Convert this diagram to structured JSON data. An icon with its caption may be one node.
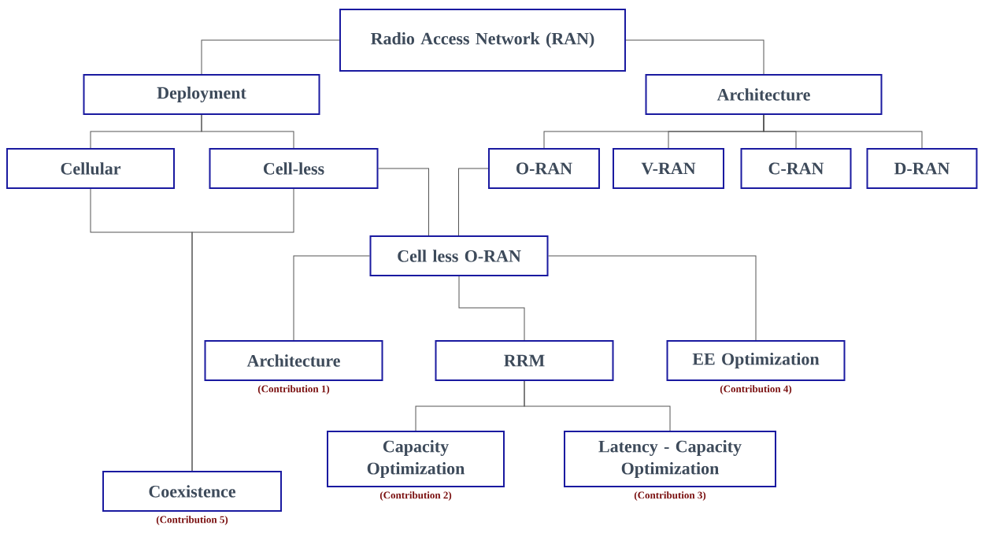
{
  "diagram": {
    "nodes": [
      {
        "text": [
          "Radio Access Network (RAN)"
        ]
      },
      {
        "text": [
          "Deployment"
        ]
      },
      {
        "text": [
          "Architecture"
        ]
      },
      {
        "text": [
          "Cellular"
        ]
      },
      {
        "text": [
          "Cell-less"
        ]
      },
      {
        "text": [
          "O-RAN"
        ]
      },
      {
        "text": [
          "V-RAN"
        ]
      },
      {
        "text": [
          "C-RAN"
        ]
      },
      {
        "text": [
          "D-RAN"
        ]
      },
      {
        "text": [
          "Cell less O-RAN"
        ]
      },
      {
        "text": [
          "Architecture"
        ],
        "beside": [
          "(Contribution 1)"
        ]
      },
      {
        "text": [
          "RRM"
        ]
      },
      {
        "text": [
          "EE Optimization"
        ],
        "beside": [
          "(Contribution 4)"
        ]
      },
      {
        "text": [
          "Capacity Optimization"
        ],
        "beside": [
          "(Contribution 2)"
        ]
      },
      {
        "text": [
          "Latency - Capacity Optimization"
        ],
        "beside": [
          "(Contribution 3)"
        ]
      },
      {
        "text": [
          "Coexistence"
        ],
        "beside": [
          "(Contribution 5)"
        ]
      }
    ],
    "edges": [
      {
        "from": 0,
        "to": 1,
        "arrow": "none"
      },
      {
        "from": 0,
        "to": 2,
        "arrow": "none"
      },
      {
        "from": 1,
        "to": 3,
        "arrow": "none"
      },
      {
        "from": 1,
        "to": 4,
        "arrow": "none"
      },
      {
        "from": 2,
        "to": 5,
        "arrow": "none"
      },
      {
        "from": 2,
        "to": 6,
        "arrow": "none"
      },
      {
        "from": 2,
        "to": 7,
        "arrow": "none"
      },
      {
        "from": 2,
        "to": 8,
        "arrow": "none"
      },
      {
        "from": 4,
        "to": 9,
        "arrow": "none"
      },
      {
        "from": 5,
        "to": 9,
        "arrow": "none"
      },
      {
        "from": 3,
        "to": 15,
        "arrow": "none"
      },
      {
        "from": 4,
        "to": 15,
        "arrow": "none"
      },
      {
        "from": 9,
        "to": 10,
        "arrow": "none"
      },
      {
        "from": 9,
        "to": 11,
        "arrow": "none"
      },
      {
        "from": 9,
        "to": 12,
        "arrow": "none"
      },
      {
        "from": 11,
        "to": 13,
        "arrow": "none"
      },
      {
        "from": 11,
        "to": 14,
        "arrow": "none"
      }
    ]
  }
}
